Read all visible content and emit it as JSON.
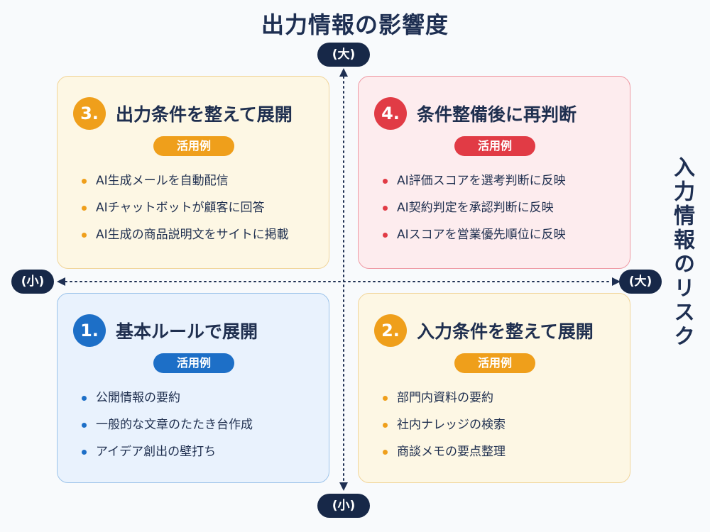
{
  "title": "出力情報の影響度",
  "side_title": "入力情報のリスク",
  "axis": {
    "top_label": "(大)",
    "bottom_label": "(小)",
    "left_label": "(小)",
    "right_label": "(大)"
  },
  "colors": {
    "orange": "#ef9f1b",
    "red": "#e13b45",
    "blue": "#1d6fc7",
    "navy": "#172848"
  },
  "quadrants": {
    "q3": {
      "number": "3.",
      "title": "出力条件を整えて展開",
      "badge": "活用例",
      "items": [
        "AI生成メールを自動配信",
        "AIチャットボットが顧客に回答",
        "AI生成の商品説明文をサイトに掲載"
      ]
    },
    "q4": {
      "number": "4.",
      "title": "条件整備後に再判断",
      "badge": "活用例",
      "items": [
        "AI評価スコアを選考判断に反映",
        "AI契約判定を承認判断に反映",
        "AIスコアを営業優先順位に反映"
      ]
    },
    "q1": {
      "number": "1.",
      "title": "基本ルールで展開",
      "badge": "活用例",
      "items": [
        "公開情報の要約",
        "一般的な文章のたたき台作成",
        "アイデア創出の壁打ち"
      ]
    },
    "q2": {
      "number": "2.",
      "title": "入力条件を整えて展開",
      "badge": "活用例",
      "items": [
        "部門内資料の要約",
        "社内ナレッジの検索",
        "商談メモの要点整理"
      ]
    }
  }
}
